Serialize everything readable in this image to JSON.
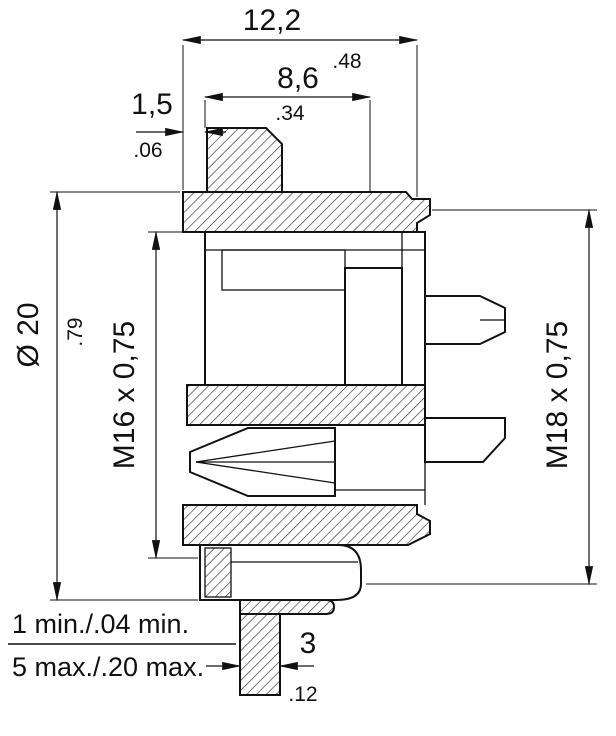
{
  "dims": {
    "top_width": {
      "mm": "12,2",
      "inch": ".48"
    },
    "flange_width": {
      "mm": "8,6",
      "inch": ".34"
    },
    "wall": {
      "mm": "1,5",
      "inch": ".06"
    },
    "diameter": {
      "mm": "Ø 20",
      "inch": ".79"
    },
    "thread_front": "M16 x 0,75",
    "thread_back": "M18 x 0,75",
    "panel_min": "1 min./.04 min.",
    "panel_max": "5 max./.20 max.",
    "tab": {
      "mm": "3",
      "inch": ".12"
    }
  },
  "colors": {
    "line": "#111111",
    "background": "#ffffff"
  }
}
